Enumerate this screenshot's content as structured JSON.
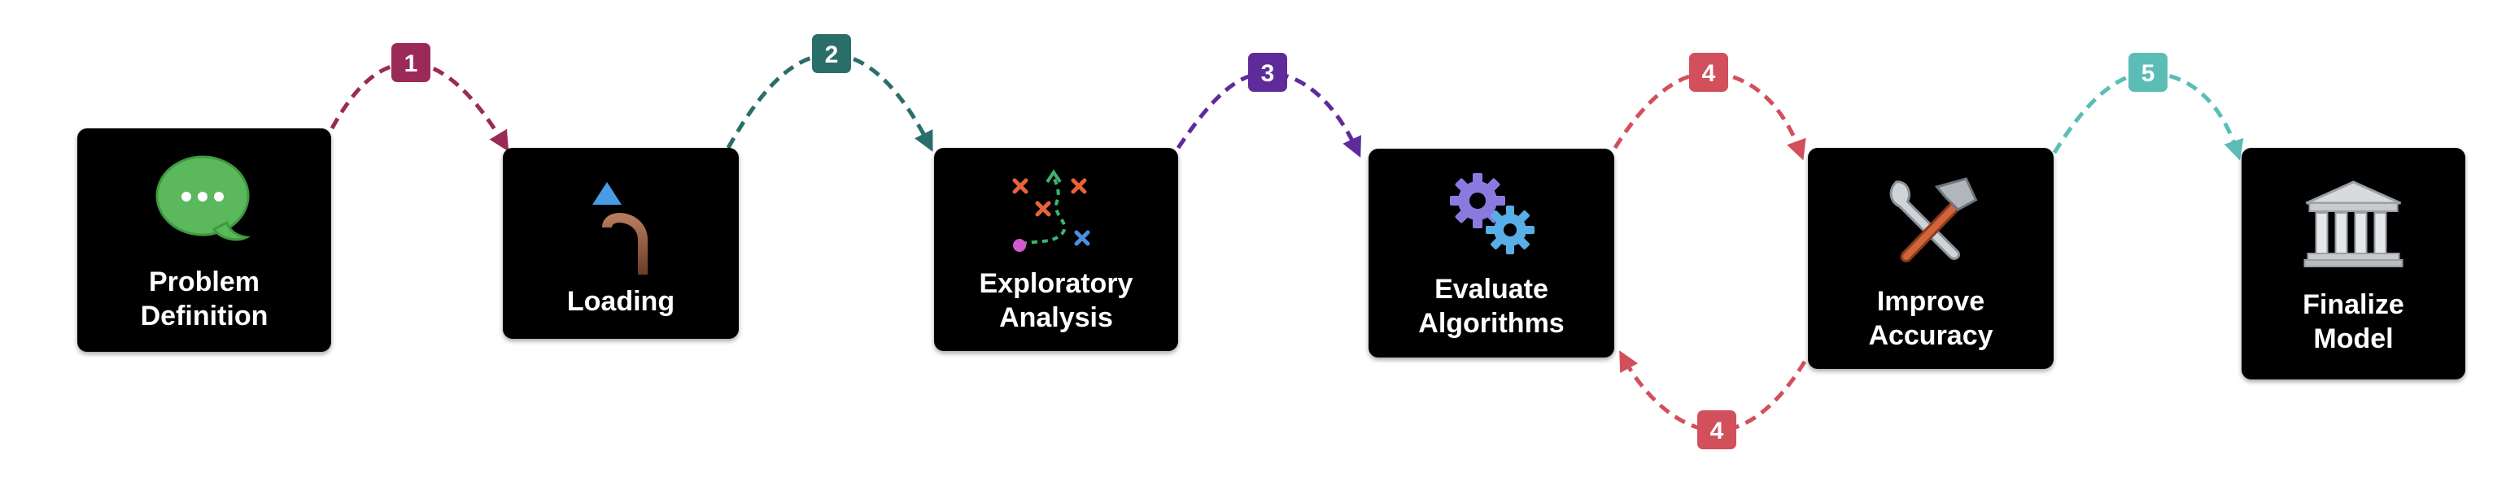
{
  "steps": [
    {
      "id": "problem-definition",
      "label": "Problem\nDefinition",
      "icon": "speech-bubble-icon"
    },
    {
      "id": "loading",
      "label": "Loading",
      "icon": "merge-arrow-icon"
    },
    {
      "id": "exploratory-analysis",
      "label": "Exploratory\nAnalysis",
      "icon": "play-diagram-icon"
    },
    {
      "id": "evaluate-algorithms",
      "label": "Evaluate\nAlgorithms",
      "icon": "gears-icon"
    },
    {
      "id": "improve-accuracy",
      "label": "Improve\nAccuracy",
      "icon": "hammer-wrench-icon"
    },
    {
      "id": "finalize-model",
      "label": "Finalize\nModel",
      "icon": "classical-building-icon"
    }
  ],
  "connectors": [
    {
      "number": "1",
      "from": "problem-definition",
      "to": "loading",
      "color": "#9b2a58"
    },
    {
      "number": "2",
      "from": "loading",
      "to": "exploratory-analysis",
      "color": "#2a6e6a"
    },
    {
      "number": "3",
      "from": "exploratory-analysis",
      "to": "evaluate-algorithms",
      "color": "#5f2b9a"
    },
    {
      "number": "4",
      "from": "evaluate-algorithms",
      "to": "improve-accuracy",
      "color": "#d1505c"
    },
    {
      "number": "4",
      "from": "improve-accuracy",
      "to": "evaluate-algorithms",
      "color": "#d1505c"
    },
    {
      "number": "5",
      "from": "improve-accuracy",
      "to": "finalize-model",
      "color": "#5bbdb5"
    }
  ]
}
